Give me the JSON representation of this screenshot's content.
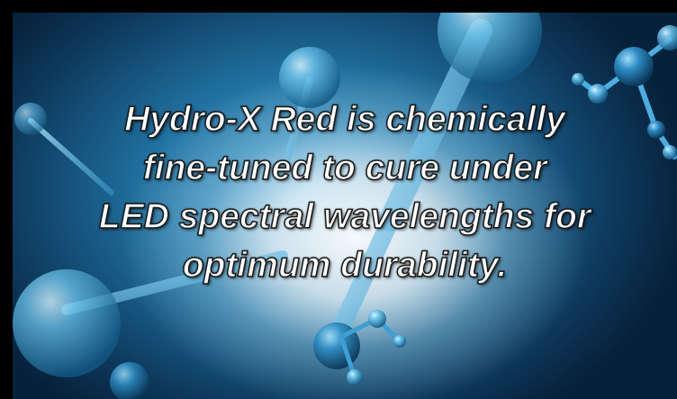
{
  "headline": {
    "lines": [
      "Hydro-X Red is chemically",
      "fine-tuned to cure under",
      "LED spectral wavelengths for",
      "optimum durability."
    ]
  },
  "illustration": {
    "subject": "molecule-illustration",
    "colors": {
      "background_deep": "#07213a",
      "background_mid": "#1f6f9e",
      "atom_light": "#6cc6ef",
      "glow": "#ffffff"
    }
  }
}
